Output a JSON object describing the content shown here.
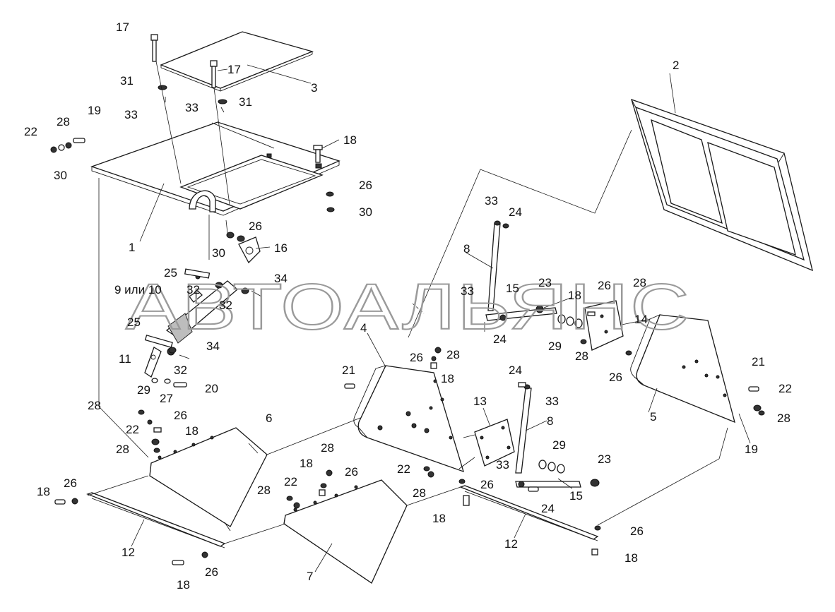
{
  "watermark": "АВТОАЛЬЯНС",
  "callouts": [
    {
      "id": "c17a",
      "text": "17"
    },
    {
      "id": "c17b",
      "text": "17"
    },
    {
      "id": "c3",
      "text": "3"
    },
    {
      "id": "c31a",
      "text": "31"
    },
    {
      "id": "c33a",
      "text": "33"
    },
    {
      "id": "c33b",
      "text": "33"
    },
    {
      "id": "c31b",
      "text": "31"
    },
    {
      "id": "c19a",
      "text": "19"
    },
    {
      "id": "c28a",
      "text": "28"
    },
    {
      "id": "c22a",
      "text": "22"
    },
    {
      "id": "c30a",
      "text": "30"
    },
    {
      "id": "c18a",
      "text": "18"
    },
    {
      "id": "c26a",
      "text": "26"
    },
    {
      "id": "c30b",
      "text": "30"
    },
    {
      "id": "c1",
      "text": "1"
    },
    {
      "id": "c26b",
      "text": "26"
    },
    {
      "id": "c30c",
      "text": "30"
    },
    {
      "id": "c16",
      "text": "16"
    },
    {
      "id": "c2",
      "text": "2"
    },
    {
      "id": "c33c",
      "text": "33"
    },
    {
      "id": "c24a",
      "text": "24"
    },
    {
      "id": "c8a",
      "text": "8"
    },
    {
      "id": "c25a",
      "text": "25"
    },
    {
      "id": "c9",
      "text": "9 или 10"
    },
    {
      "id": "c32a",
      "text": "32"
    },
    {
      "id": "c32b",
      "text": "32"
    },
    {
      "id": "c34a",
      "text": "34"
    },
    {
      "id": "c33d",
      "text": "33"
    },
    {
      "id": "c15a",
      "text": "15"
    },
    {
      "id": "c23a",
      "text": "23"
    },
    {
      "id": "c18b",
      "text": "18"
    },
    {
      "id": "c26c",
      "text": "26"
    },
    {
      "id": "c28b",
      "text": "28"
    },
    {
      "id": "c14",
      "text": "14"
    },
    {
      "id": "c24b",
      "text": "24"
    },
    {
      "id": "c29a",
      "text": "29"
    },
    {
      "id": "c28c",
      "text": "28"
    },
    {
      "id": "c26d",
      "text": "26"
    },
    {
      "id": "c25b",
      "text": "25"
    },
    {
      "id": "c34b",
      "text": "34"
    },
    {
      "id": "c11",
      "text": "11"
    },
    {
      "id": "c32c",
      "text": "32"
    },
    {
      "id": "c29b",
      "text": "29"
    },
    {
      "id": "c27",
      "text": "27"
    },
    {
      "id": "c20",
      "text": "20"
    },
    {
      "id": "c4",
      "text": "4"
    },
    {
      "id": "c26e",
      "text": "26"
    },
    {
      "id": "c28d",
      "text": "28"
    },
    {
      "id": "c18c",
      "text": "18"
    },
    {
      "id": "c21a",
      "text": "21"
    },
    {
      "id": "c21b",
      "text": "21"
    },
    {
      "id": "c22b",
      "text": "22"
    },
    {
      "id": "c28e",
      "text": "28"
    },
    {
      "id": "c5",
      "text": "5"
    },
    {
      "id": "c19b",
      "text": "19"
    },
    {
      "id": "c24c",
      "text": "24"
    },
    {
      "id": "c33e",
      "text": "33"
    },
    {
      "id": "c8b",
      "text": "8"
    },
    {
      "id": "c13",
      "text": "13"
    },
    {
      "id": "c29c",
      "text": "29"
    },
    {
      "id": "c33f",
      "text": "33"
    },
    {
      "id": "c23b",
      "text": "23"
    },
    {
      "id": "c15b",
      "text": "15"
    },
    {
      "id": "c22c",
      "text": "22"
    },
    {
      "id": "c28f",
      "text": "28"
    },
    {
      "id": "c26f",
      "text": "26"
    },
    {
      "id": "c24d",
      "text": "24"
    },
    {
      "id": "c18d",
      "text": "18"
    },
    {
      "id": "c12a",
      "text": "12"
    },
    {
      "id": "c26g",
      "text": "26"
    },
    {
      "id": "c18e",
      "text": "18"
    },
    {
      "id": "c28g",
      "text": "28"
    },
    {
      "id": "c26h",
      "text": "26"
    },
    {
      "id": "c22d",
      "text": "22"
    },
    {
      "id": "c18f",
      "text": "18"
    },
    {
      "id": "c28h",
      "text": "28"
    },
    {
      "id": "c6",
      "text": "6"
    },
    {
      "id": "c18g",
      "text": "18"
    },
    {
      "id": "c26i",
      "text": "26"
    },
    {
      "id": "c12b",
      "text": "12"
    },
    {
      "id": "c18h",
      "text": "18"
    },
    {
      "id": "c26j",
      "text": "26"
    },
    {
      "id": "c28i",
      "text": "28"
    },
    {
      "id": "c18i",
      "text": "18"
    },
    {
      "id": "c26k",
      "text": "26"
    },
    {
      "id": "c28j",
      "text": "28"
    },
    {
      "id": "c22e",
      "text": "22"
    },
    {
      "id": "c7",
      "text": "7"
    }
  ]
}
